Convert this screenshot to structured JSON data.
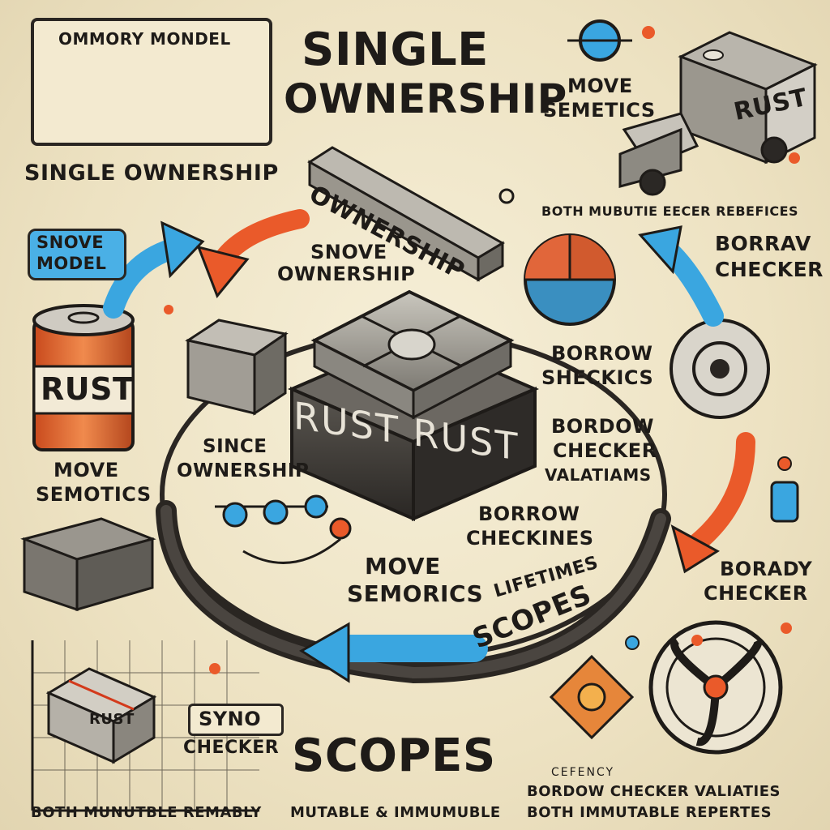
{
  "title": [
    "SINGLE",
    "OWNERSHIP"
  ],
  "memory_model_box": {
    "label": "OMMORY MONDEL"
  },
  "left_heading": "SINGLE OWNERSHIP",
  "snove_badge": [
    "SNOVE",
    "MODEL"
  ],
  "labels": {
    "move_semetics_top": [
      "MOVE",
      "SEMETICS"
    ],
    "both_mutable_top": "BOTH MUBUTIE EECER REBEFICES",
    "snove_ownership": [
      "SNOVE",
      "OWNERSHIP"
    ],
    "borrav_checker_right": [
      "BORRAV",
      "CHECKER"
    ],
    "borrow_shecking": [
      "BORROW",
      "SHECKICS"
    ],
    "bordow_validations": [
      "BORDOW",
      "CHECKER",
      "VALATIAMS"
    ],
    "borrow_checkines": [
      "BORROW",
      "CHECKINES"
    ],
    "lifetimes": "LIFETIMES",
    "move_semorics": [
      "MOVE",
      "SEMORICS"
    ],
    "since_ownership": [
      "SINCE",
      "OWNERSHIP"
    ],
    "move_semotics_left": [
      "MOVE",
      "SEMOTICS"
    ],
    "borady_checker": [
      "BORADY",
      "CHECKER"
    ],
    "scopes_arc": "SCOPES",
    "scopes_big": "SCOPES",
    "syno_checker": [
      "SYNO",
      "CHECKER"
    ],
    "cefency": "CEFENCY",
    "footer_left": "BOTH MUNUTBLE REMABLY",
    "footer_mid": "MUTABLE & IMMUMUBLE",
    "footer_right_1": "BORDOW CHECKER VALIATIES",
    "footer_right_2": "BOTH IMMUTABLE REPERTES"
  },
  "objects": {
    "ownership_bar": "OWNERSHIP",
    "central_block": "RUST RUST",
    "can": "RUST",
    "truck": "RUST",
    "small_box": "RUST"
  },
  "colors": {
    "blue": "#3aa6e0",
    "orange": "#ea5a2a",
    "ink": "#1e1b18",
    "paper": "#efe6c9"
  }
}
